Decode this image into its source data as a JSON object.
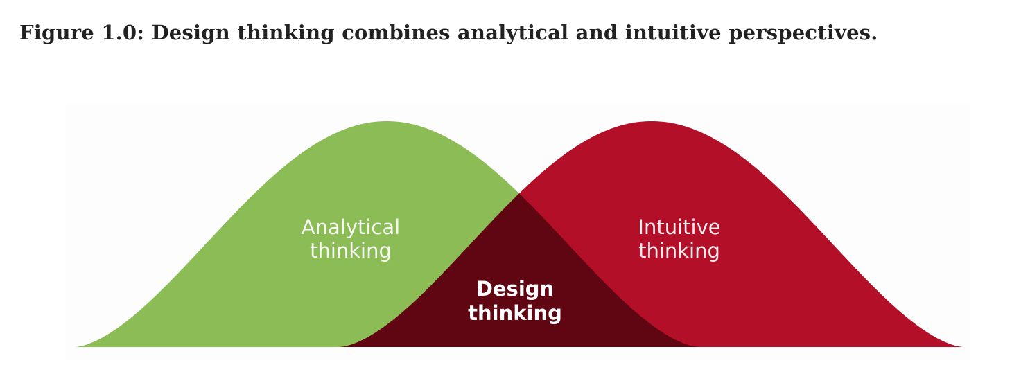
{
  "caption": "Figure 1.0: Design thinking combines analytical and intuitive perspectives.",
  "diagram": {
    "left_curve": {
      "label_line1": "Analytical",
      "label_line2": "thinking",
      "color": "#8cbc55"
    },
    "right_curve": {
      "label_line1": "Intuitive",
      "label_line2": "thinking",
      "color": "#b30f28"
    },
    "overlap": {
      "label_line1": "Design",
      "label_line2": "thinking",
      "color": "#600512"
    }
  }
}
